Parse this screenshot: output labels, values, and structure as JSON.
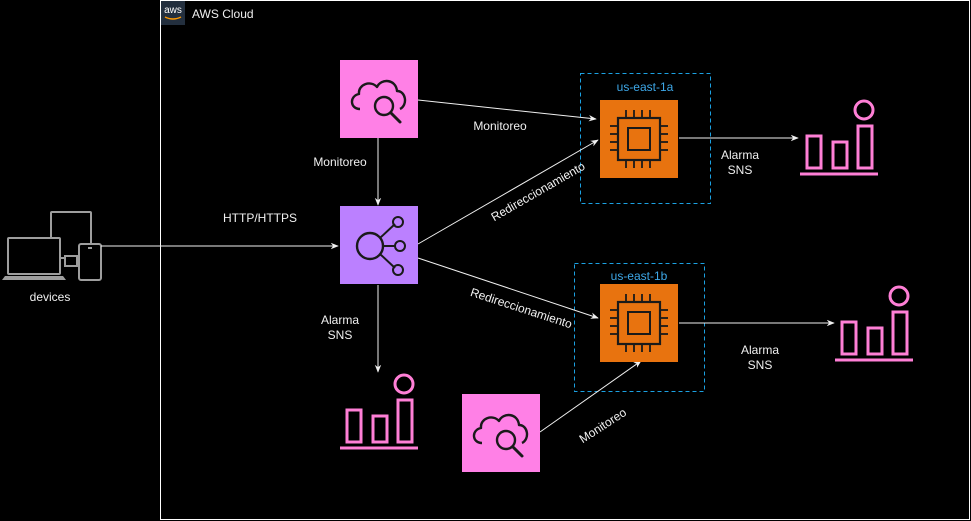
{
  "cloud": {
    "title": "AWS Cloud",
    "logo_text": "aws"
  },
  "devices": {
    "label": "devices"
  },
  "zones": [
    {
      "label": "us-east-1a"
    },
    {
      "label": "us-east-1b"
    }
  ],
  "edge_labels": {
    "http": "HTTP/HTTPS",
    "monitor_left": "Monitoreo",
    "monitor_top": "Monitoreo",
    "monitor_bottom": "Monitoreo",
    "redirect_top": "Redireccionamiento",
    "redirect_bottom": "Redireccionamiento",
    "alarm_center_line1": "Alarma",
    "alarm_center_line2": "SNS",
    "alarm_1a_line1": "Alarma",
    "alarm_1a_line2": "SNS",
    "alarm_1b_line1": "Alarma",
    "alarm_1b_line2": "SNS"
  },
  "colors": {
    "background": "#000000",
    "cloud_border": "#ffffff",
    "zone_border": "#1ba1e2",
    "zone_label": "#3ea8e8",
    "cloudwatch_fill": "#ff80e6",
    "elb_fill": "#bb80ff",
    "ec2_fill": "#e8730f",
    "sns_icon": "#ff7fd6",
    "line": "#f0f0f0",
    "device_icon": "#9e9e9e"
  },
  "icons": {
    "cloudwatch": "cloudwatch-icon",
    "elb": "load-balancer-icon",
    "ec2": "ec2-instance-icon",
    "sns_chart": "alarm-chart-icon",
    "devices": "devices-icon"
  }
}
